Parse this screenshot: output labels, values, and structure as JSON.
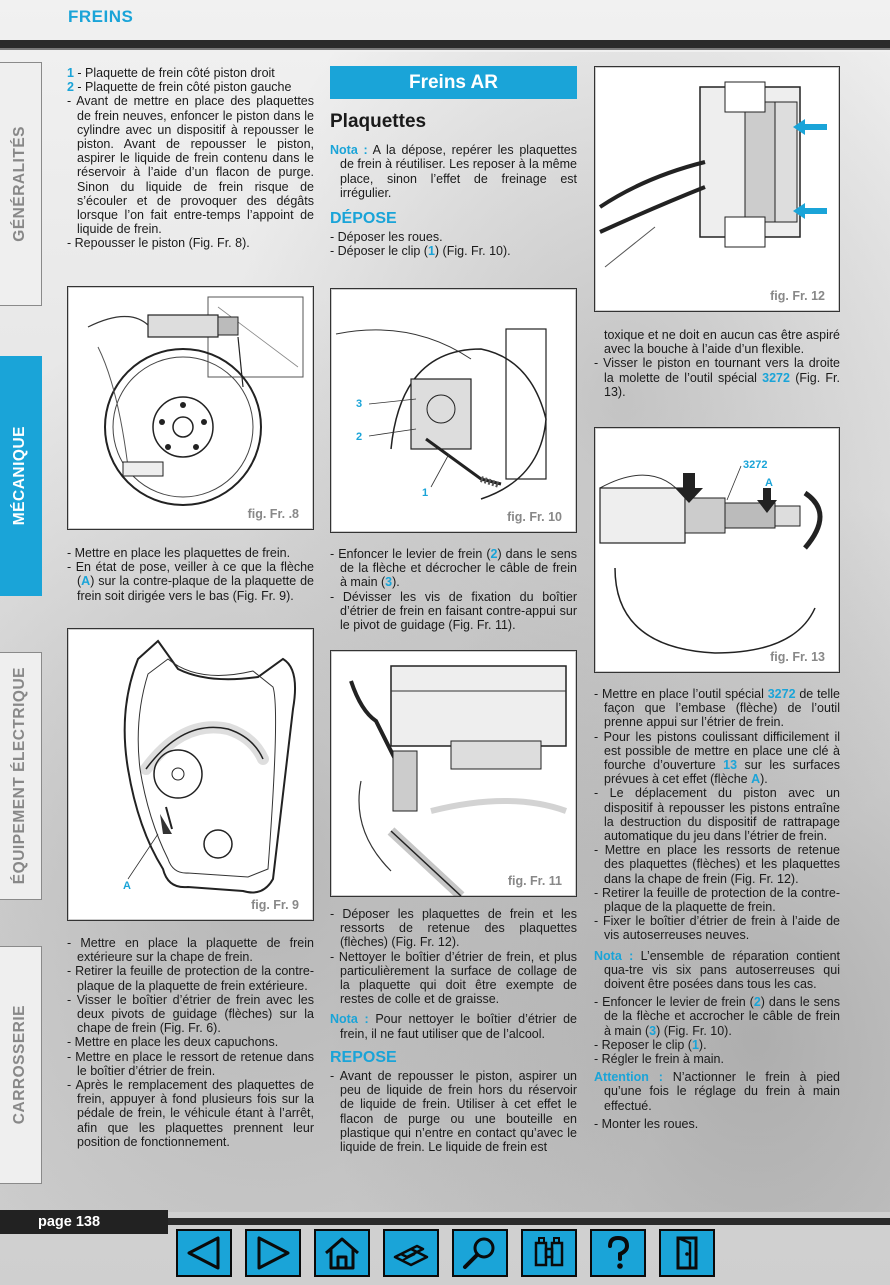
{
  "header": {
    "title": "FREINS"
  },
  "tabs": [
    {
      "label": "GÉNÉRALITÉS",
      "active": false
    },
    {
      "label": "MÉCANIQUE",
      "active": true
    },
    {
      "label": "ÉQUIPEMENT ÉLECTRIQUE",
      "active": false
    },
    {
      "label": "CARROSSERIE",
      "active": false
    }
  ],
  "col1": {
    "list1_items": [
      {
        "num": "1",
        "text": " - Plaquette de frein côté piston droit"
      },
      {
        "num": "2",
        "text": " -  Plaquette de frein côté piston gauche"
      }
    ],
    "para1": "- Avant de mettre en place des plaquettes de frein neuves, enfoncer le piston dans le cylindre avec un dispositif à repousser le piston. Avant de repousser le piston, aspirer le liquide de frein contenu dans le réservoir à l’aide d’un flacon de purge. Sinon du liquide de frein risque de s’écouler et de provoquer des dégâts lorsque l’on fait entre-temps l’appoint de liquide de frein.",
    "para2": "- Repousser le piston (Fig. Fr. 8).",
    "fig8_caption": "fig. Fr. .8",
    "para3": "- Mettre en place les plaquettes de frein.",
    "para4_a": "- En état de pose, veiller à ce que la flèche (",
    "para4_b": "A",
    "para4_c": ") sur la contre-plaque de la plaquette de frein soit dirigée vers le bas (Fig. Fr. 9).",
    "fig9_caption": "fig. Fr. 9",
    "fig9_label_a": "A",
    "bottom_items": [
      "- Mettre en place la plaquette de frein extérieure sur la chape de frein.",
      "- Retirer la feuille de protection de la contre-plaque de la plaquette de frein extérieure.",
      "- Visser le boîtier d’étrier de frein avec les deux pivots de guidage (flèches) sur la chape de frein (Fig. Fr. 6).",
      "- Mettre en place les deux capuchons.",
      "- Mettre en place le ressort de retenue dans le boîtier d’étrier de frein.",
      "- Après le remplacement des plaquettes de frein, appuyer à fond plusieurs fois sur la pédale de frein, le véhicule étant à l’arrêt, afin que les plaquettes prennent leur position de fonctionnement."
    ]
  },
  "col2": {
    "banner": "Freins AR",
    "heading": "Plaquettes",
    "nota1_label": "Nota :",
    "nota1_text": " A la dépose, repérer les plaquettes de frein à réutiliser. Les reposer à la même place, sinon l’effet de freinage est irrégulier.",
    "depose_heading": "DÉPOSE",
    "depose_item1": "- Déposer les roues.",
    "depose_item2_a": "- Déposer le clip (",
    "depose_item2_b": "1",
    "depose_item2_c": ") (Fig. Fr. 10).",
    "fig10_caption": "fig. Fr. 10",
    "fig10_label_3": "3",
    "fig10_label_2": "2",
    "fig10_label_1": "1",
    "item_levier_a": "- Enfoncer le levier de frein (",
    "item_levier_b": "2",
    "item_levier_c": ") dans le sens de la flèche et décrocher le câble de frein à main (",
    "item_levier_d": "3",
    "item_levier_e": ").",
    "item_devisser": "- Dévisser les vis de fixation du boîtier d’étrier de frein en faisant contre-appui sur le pivot de guidage (Fig. Fr. 11).",
    "fig11_caption": "fig. Fr. 11",
    "item_deposer": "- Déposer les plaquettes de frein et les ressorts de retenue des plaquettes (flèches) (Fig. Fr. 12).",
    "item_nettoyer": "- Nettoyer le boîtier d’étrier de frein, et plus particulièrement la surface de collage de la plaquette qui doit être exempte de restes de colle et de graisse.",
    "nota2_label": "Nota :",
    "nota2_text": " Pour nettoyer le boîtier d’étrier de frein, il ne faut utiliser que de l’alcool.",
    "repose_heading": "REPOSE",
    "repose_item": "- Avant de repousser le piston, aspirer un peu de liquide de frein hors du réservoir de liquide de frein. Utiliser à cet effet le flacon de purge ou une bouteille en plastique qui n’entre en contact qu’avec le liquide de frein. Le liquide de frein est"
  },
  "col3": {
    "fig12_caption": "fig. Fr. 12",
    "para_toxique": "toxique et ne doit en aucun cas être aspiré avec la bouche à l’aide d’un flexible.",
    "item_visser_a": "- Visser le piston en tournant vers la droite la molette de l’outil spécial ",
    "item_visser_b": "3272",
    "item_visser_c": " (Fig. Fr. 13).",
    "fig13_caption": "fig. Fr. 13",
    "fig13_label_tool": "3272",
    "fig13_label_a": "A",
    "item_outil_a": "- Mettre en place l’outil spécial ",
    "item_outil_b": "3272",
    "item_outil_c": " de telle façon que l’embase (flèche) de l’outil prenne appui sur l’étrier de frein.",
    "item_pistons_a": "- Pour les pistons coulissant difficilement il est possible de mettre en place une clé à fourche d’ouverture ",
    "item_pistons_b": "13",
    "item_pistons_c": " sur les surfaces prévues à cet effet (flèche ",
    "item_pistons_d": "A",
    "item_pistons_e": ").",
    "item_deplacement": "- Le déplacement du piston avec un dispositif à repousser les pistons entraîne la destruction du dispositif de rattrapage automatique du jeu dans l’étrier de frein.",
    "item_ressorts": "- Mettre en place les ressorts de retenue des plaquettes (flèches) et les plaquettes dans la chape de frein (Fig. Fr. 12).",
    "item_retirer": "- Retirer la feuille de protection de la contre-plaque de la plaquette de frein.",
    "item_fixer": "- Fixer le boîtier d’étrier de frein à l’aide de vis autoserreuses neuves.",
    "nota_label": "Nota :",
    "nota_text": " L’ensemble de réparation contient qua-tre vis six pans autoserreuses qui doivent être posées dans tous les cas.",
    "item_enfoncer_a": "- Enfoncer le levier de frein (",
    "item_enfoncer_b": "2",
    "item_enfoncer_c": ") dans le sens de la flèche et accrocher le câble de frein à main (",
    "item_enfoncer_d": "3",
    "item_enfoncer_e": ") (Fig. Fr. 10).",
    "item_reposer_a": "- Reposer le clip (",
    "item_reposer_b": "1",
    "item_reposer_c": ").",
    "item_regler": "- Régler le frein à main.",
    "attention_label": "Attention :",
    "attention_text": " N’actionner le frein à pied qu’une fois le réglage du frein à main effectué.",
    "item_monter": "- Monter les roues."
  },
  "footer": {
    "page_label": "page 138"
  },
  "nav_buttons": [
    {
      "icon": "arrow-left-icon"
    },
    {
      "icon": "arrow-right-icon"
    },
    {
      "icon": "home-icon"
    },
    {
      "icon": "printer-icon"
    },
    {
      "icon": "magnifier-icon"
    },
    {
      "icon": "binoculars-icon"
    },
    {
      "icon": "help-icon"
    },
    {
      "icon": "exit-door-icon"
    }
  ],
  "colors": {
    "accent": "#1aa4d8",
    "dark": "#2a2a2a"
  }
}
